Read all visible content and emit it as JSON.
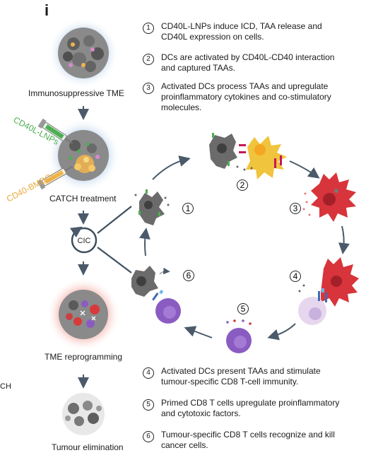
{
  "panel": {
    "letter": "i"
  },
  "stages": [
    {
      "label": "Immunosuppressive TME"
    },
    {
      "label": "CATCH treatment"
    },
    {
      "label": "TME reprogramming"
    },
    {
      "label": "Tumour elimination"
    }
  ],
  "injections": {
    "lnp": "CD40L-LNPs",
    "bmdc": "CD40-BMDCs"
  },
  "cycle": {
    "center_label": "CIC",
    "step_markers": [
      "1",
      "2",
      "3",
      "4",
      "5",
      "6"
    ]
  },
  "side_fragment": "CH",
  "steps_top": [
    {
      "num": "1",
      "text": "CD40L-LNPs induce ICD, TAA release and CD40L expression on cells."
    },
    {
      "num": "2",
      "text": "DCs are activated by CD40L-CD40 interaction and captured TAAs."
    },
    {
      "num": "3",
      "text": "Activated DCs process TAAs and upregulate proinflammatory cytokines and co-stimulatory molecules."
    }
  ],
  "steps_bottom": [
    {
      "num": "4",
      "text": "Activated DCs present TAAs and stimulate tumour-specific CD8 T-cell immunity."
    },
    {
      "num": "5",
      "text": "Primed CD8 T cells upregulate proinflammatory and cytotoxic factors."
    },
    {
      "num": "6",
      "text": "Tumour-specific CD8 T cells recognize and kill cancer cells."
    }
  ],
  "colors": {
    "lnp_green": "#4caf50",
    "bmdc_orange": "#f0b44c",
    "dc_red": "#d8343b",
    "tcell_purple": "#8a5cc2",
    "tumour_grey": "#6b6b6b",
    "arrow": "#4a5a6a"
  }
}
